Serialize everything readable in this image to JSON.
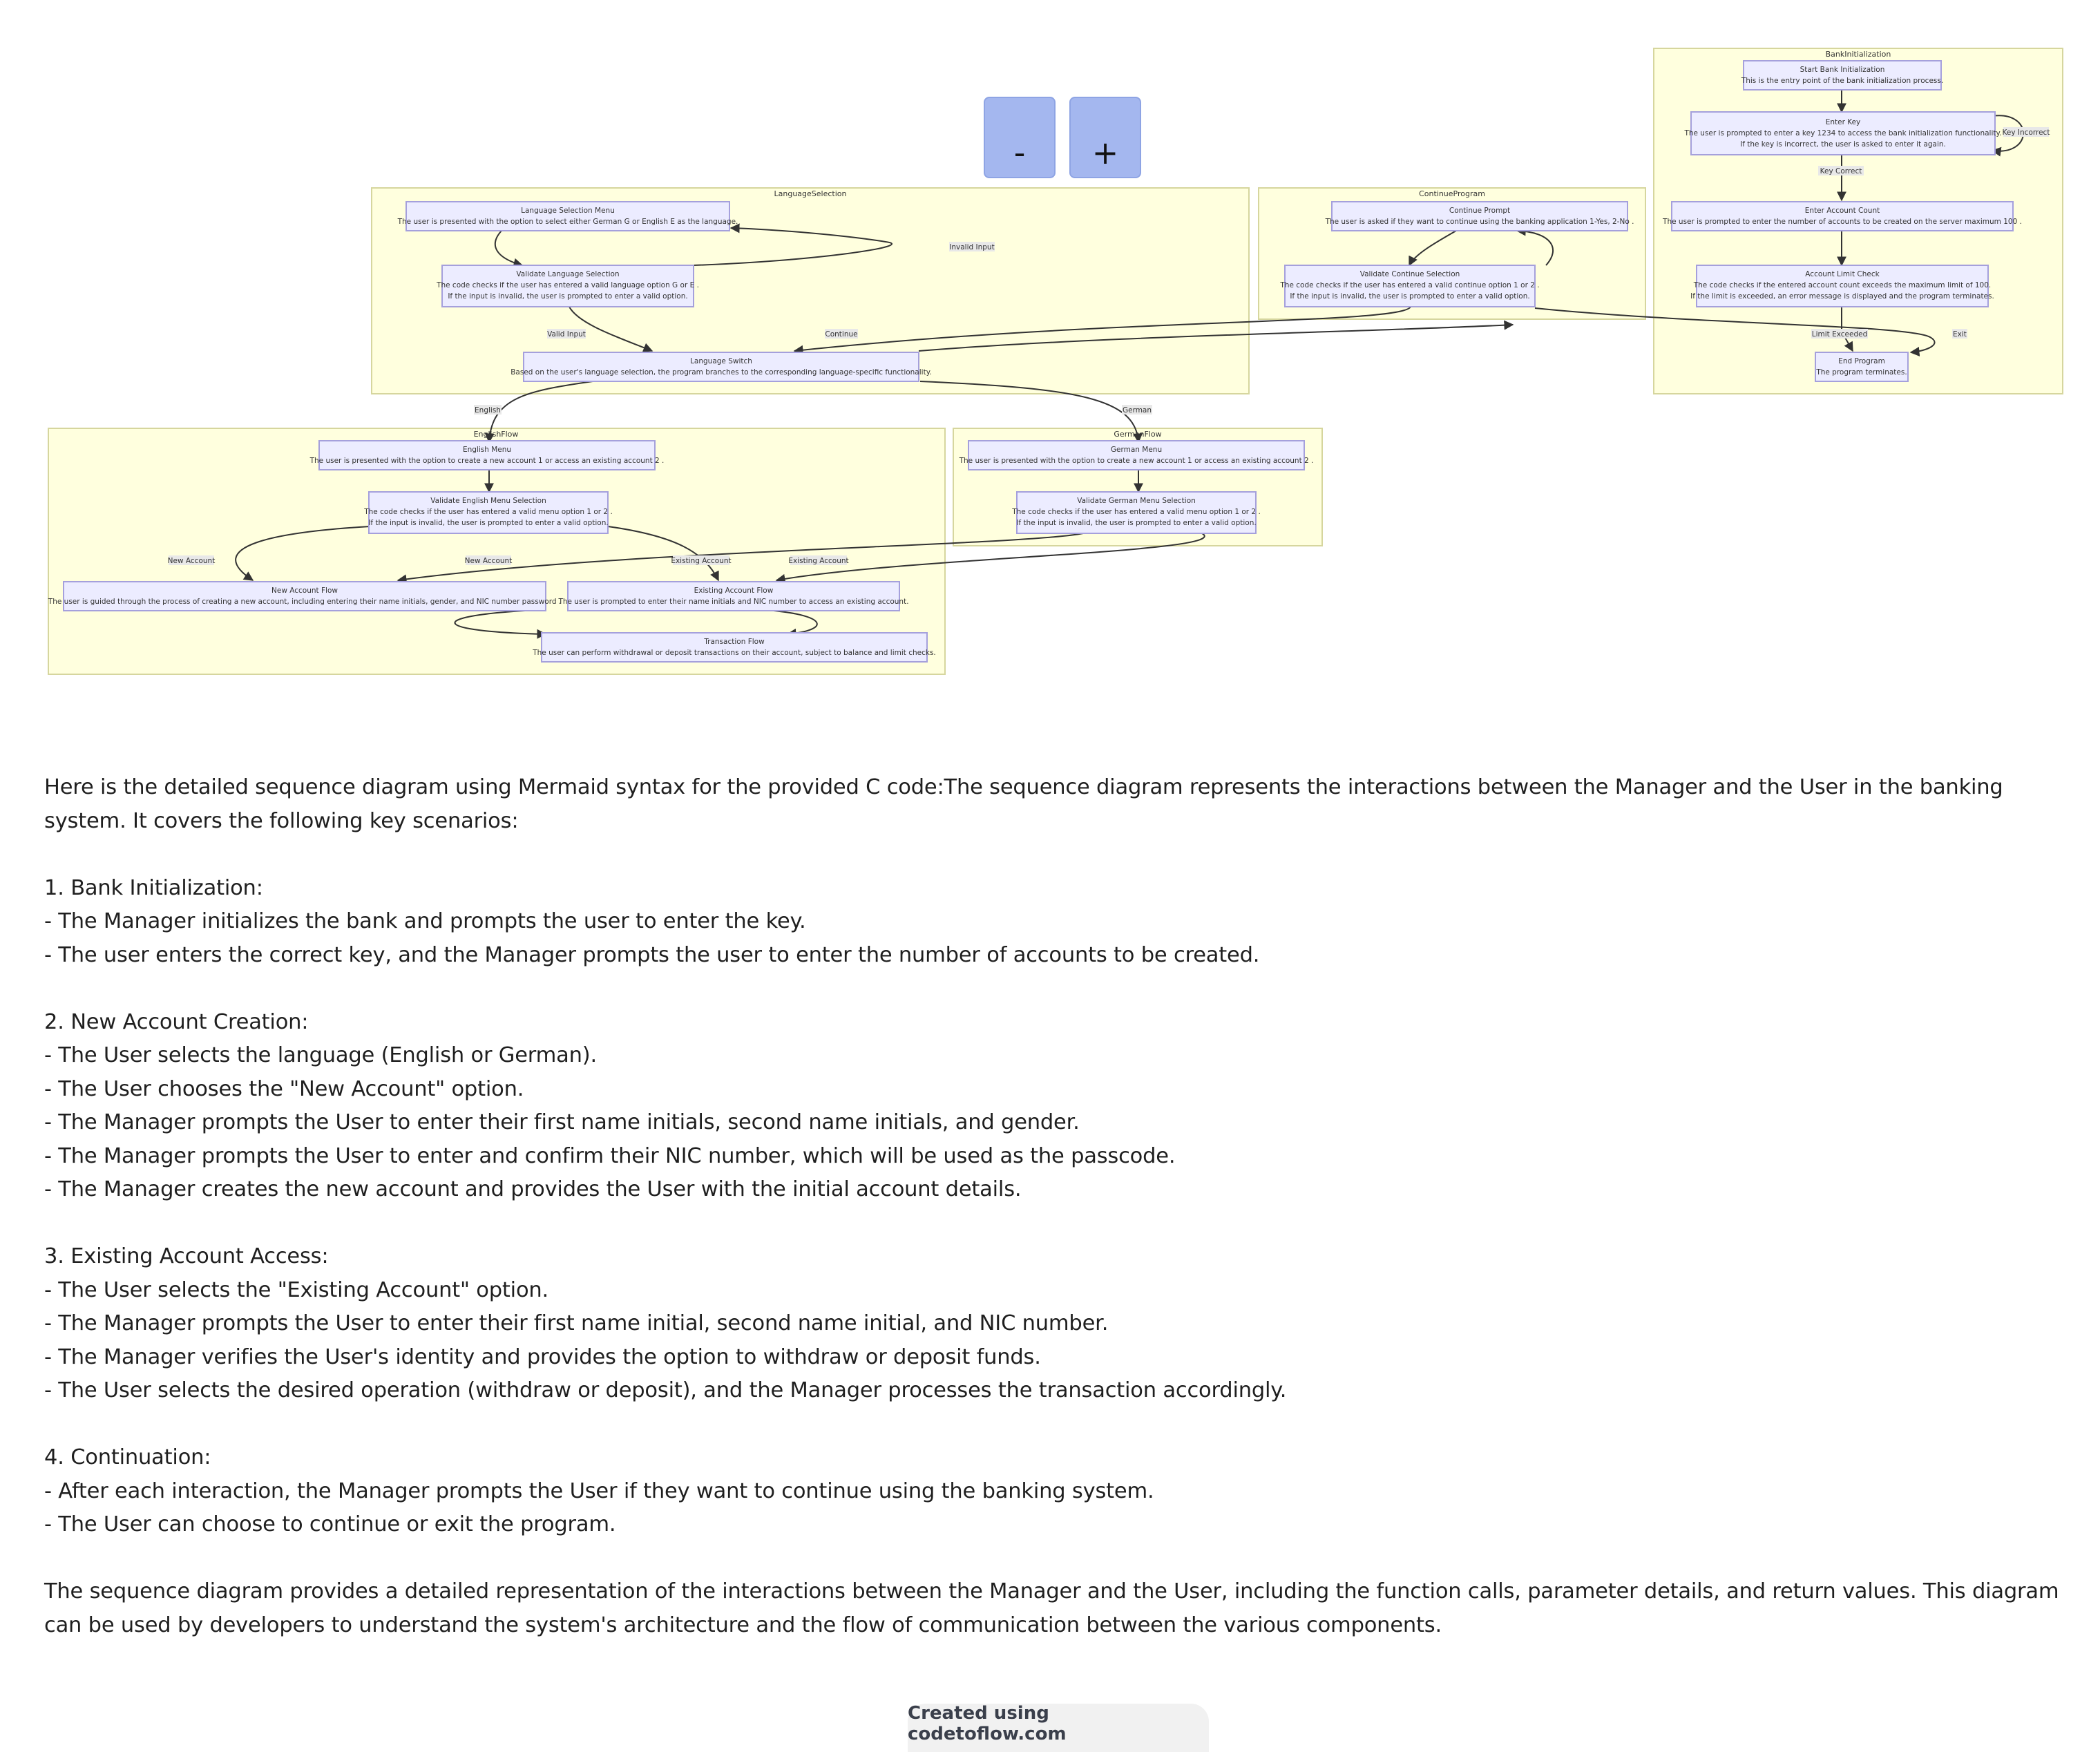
{
  "controls": {
    "zoom_out": "-",
    "zoom_in": "+"
  },
  "diagram": {
    "clusters": {
      "bank": "BankInitialization",
      "language": "LanguageSelection",
      "continue": "ContinueProgram",
      "english": "EnglishFlow",
      "german": "GermanFlow"
    },
    "nodes": {
      "start_bank": {
        "title": "Start Bank Initialization",
        "lines": [
          "This is the entry point of the bank initialization process."
        ]
      },
      "enter_key": {
        "title": "Enter Key",
        "lines": [
          "The user is prompted to enter a key 1234 to access the bank initialization functionality.",
          "If the key is incorrect, the user is asked to enter it again."
        ]
      },
      "enter_count": {
        "title": "Enter Account Count",
        "lines": [
          "The user is prompted to enter the number of accounts to be created on the server maximum 100 ."
        ]
      },
      "limit_check": {
        "title": "Account Limit Check",
        "lines": [
          "The code checks if the entered account count exceeds the maximum limit of 100.",
          "If the limit is exceeded, an error message is displayed and the program terminates."
        ]
      },
      "end_program": {
        "title": "End Program",
        "lines": [
          "The program terminates."
        ]
      },
      "lang_menu": {
        "title": "Language Selection Menu",
        "lines": [
          "The user is presented with the option to select either German G or English E as the language."
        ]
      },
      "validate_lang": {
        "title": "Validate Language Selection",
        "lines": [
          "The code checks if the user has entered a valid language option G or E .",
          "If the input is invalid, the user is prompted to enter a valid option."
        ]
      },
      "lang_switch": {
        "title": "Language Switch",
        "lines": [
          "Based on the user's language selection, the program branches to the corresponding language-specific functionality."
        ]
      },
      "continue_prompt": {
        "title": "Continue Prompt",
        "lines": [
          "The user is asked if they want to continue using the banking application 1-Yes, 2-No ."
        ]
      },
      "validate_continue": {
        "title": "Validate Continue Selection",
        "lines": [
          "The code checks if the user has entered a valid continue option 1 or 2 .",
          "If the input is invalid, the user is prompted to enter a valid option."
        ]
      },
      "english_menu": {
        "title": "English Menu",
        "lines": [
          "The user is presented with the option to create a new account 1 or access an existing account 2 ."
        ]
      },
      "validate_english": {
        "title": "Validate English Menu Selection",
        "lines": [
          "The code checks if the user has entered a valid menu option 1 or 2 .",
          "If the input is invalid, the user is prompted to enter a valid option."
        ]
      },
      "new_account": {
        "title": "New Account Flow",
        "lines": [
          "The user is guided through the process of creating a new account, including entering their name initials, gender, and NIC number password ."
        ]
      },
      "existing_account": {
        "title": "Existing Account Flow",
        "lines": [
          "The user is prompted to enter their name initials and NIC number to access an existing account."
        ]
      },
      "transaction": {
        "title": "Transaction Flow",
        "lines": [
          "The user can perform withdrawal or deposit transactions on their account, subject to balance and limit checks."
        ]
      },
      "german_menu": {
        "title": "German Menu",
        "lines": [
          "The user is presented with the option to create a new account 1 or access an existing account 2 ."
        ]
      },
      "validate_german": {
        "title": "Validate German Menu Selection",
        "lines": [
          "The code checks if the user has entered a valid menu option 1 or 2 .",
          "If the input is invalid, the user is prompted to enter a valid option."
        ]
      }
    },
    "edge_labels": {
      "key_incorrect": "Key Incorrect",
      "key_correct": "Key Correct",
      "limit_exceeded": "Limit Exceeded",
      "exit": "Exit",
      "invalid_input": "Invalid Input",
      "valid_input": "Valid Input",
      "continue": "Continue",
      "english": "English",
      "german": "German",
      "new_account_1": "New Account",
      "new_account_2": "New Account",
      "existing_account_1": "Existing Account",
      "existing_account_2": "Existing Account"
    }
  },
  "description": {
    "intro": "Here is the detailed sequence diagram using Mermaid syntax for the provided C code:The sequence diagram represents the interactions between the Manager and the User in the banking system. It covers the following key scenarios:",
    "sections": [
      {
        "heading": "1. Bank Initialization:",
        "items": [
          "- The Manager initializes the bank and prompts the user to enter the key.",
          "- The user enters the correct key, and the Manager prompts the user to enter the number of accounts to be created."
        ]
      },
      {
        "heading": "2. New Account Creation:",
        "items": [
          "- The User selects the language (English or German).",
          "- The User chooses the \"New Account\" option.",
          "- The Manager prompts the User to enter their first name initials, second name initials, and gender.",
          "- The Manager prompts the User to enter and confirm their NIC number, which will be used as the passcode.",
          "- The Manager creates the new account and provides the User with the initial account details."
        ]
      },
      {
        "heading": "3. Existing Account Access:",
        "items": [
          "- The User selects the \"Existing Account\" option.",
          "- The Manager prompts the User to enter their first name initial, second name initial, and NIC number.",
          "- The Manager verifies the User's identity and provides the option to withdraw or deposit funds.",
          "- The User selects the desired operation (withdraw or deposit), and the Manager processes the transaction accordingly."
        ]
      },
      {
        "heading": "4. Continuation:",
        "items": [
          "- After each interaction, the Manager prompts the User if they want to continue using the banking system.",
          "- The User can choose to continue or exit the program."
        ]
      }
    ],
    "conclusion": "The sequence diagram provides a detailed representation of the interactions between the Manager and the User, including the function calls, parameter details, and return values. This diagram can be used by developers to understand the system's architecture and the flow of communication between the various components."
  },
  "footer": {
    "text": "Created using codetoflow.com"
  }
}
